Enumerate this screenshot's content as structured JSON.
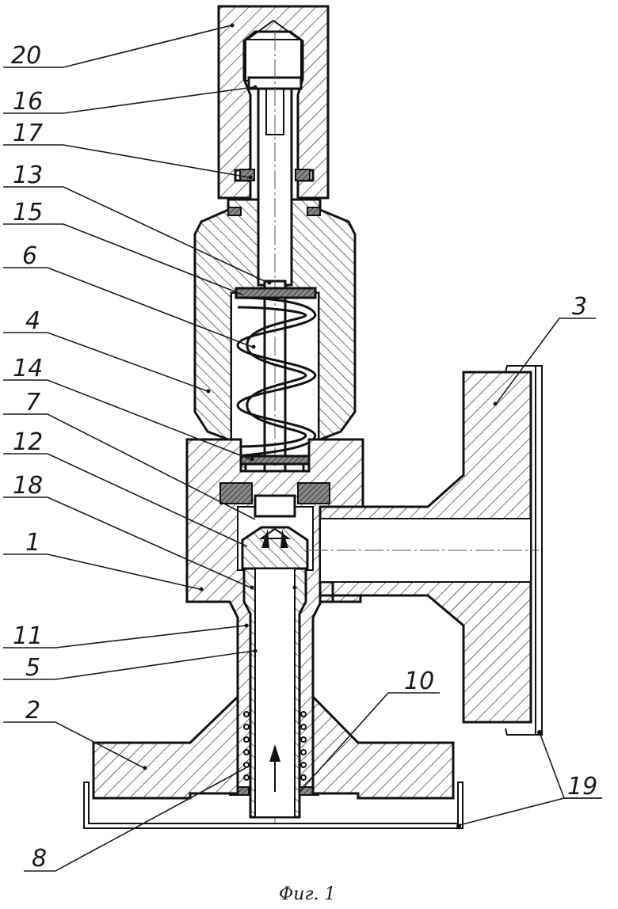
{
  "figure": {
    "caption": "Фиг. 1",
    "labels": [
      {
        "id": "20",
        "text": "20"
      },
      {
        "id": "16",
        "text": "16"
      },
      {
        "id": "17",
        "text": "17"
      },
      {
        "id": "13",
        "text": "13"
      },
      {
        "id": "15",
        "text": "15"
      },
      {
        "id": "6",
        "text": "6"
      },
      {
        "id": "4",
        "text": "4"
      },
      {
        "id": "14",
        "text": "14"
      },
      {
        "id": "7",
        "text": "7"
      },
      {
        "id": "12",
        "text": "12"
      },
      {
        "id": "18",
        "text": "18"
      },
      {
        "id": "1",
        "text": "1"
      },
      {
        "id": "11",
        "text": "11"
      },
      {
        "id": "5",
        "text": "5"
      },
      {
        "id": "2",
        "text": "2"
      },
      {
        "id": "10",
        "text": "10"
      },
      {
        "id": "3",
        "text": "3"
      },
      {
        "id": "19",
        "text": "19"
      },
      {
        "id": "8",
        "text": "8"
      }
    ]
  }
}
